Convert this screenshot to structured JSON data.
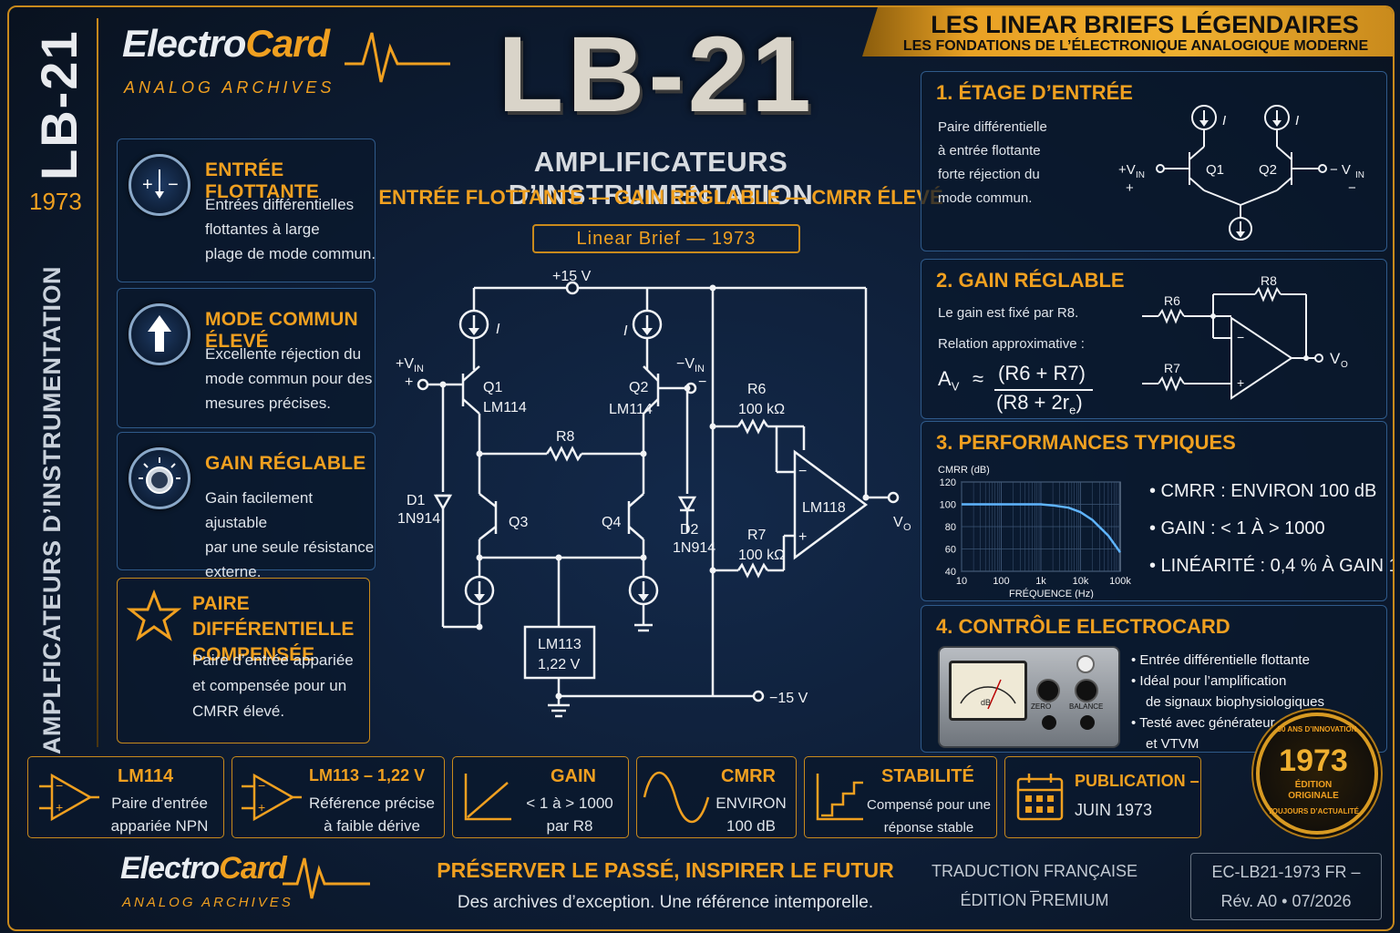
{
  "spine": {
    "code": "LB-21",
    "year": "1973",
    "title": "AMPLFICATEURS D’INSTRUMENTATION"
  },
  "brand": {
    "name_a": "Electro",
    "name_b": "Card",
    "sub": "ANALOG ARCHIVES"
  },
  "hero": {
    "code": "LB-21",
    "title": "AMPLIFICATEURS D’INSTRUMENTATION",
    "tagline": "ENTRÉE FLOTTANTE — GAIN RÉGLABLE — CMRR ÉLEVÉ",
    "badge": "Linear Brief — 1973"
  },
  "series_banner": {
    "title": "LES LINEAR BRIEFS LÉGENDAIRES",
    "subtitle": "LES FONDATIONS DE L’ÉLECTRONIQUE ANALOGIQUE MODERNE"
  },
  "features": [
    {
      "title": "ENTRÉE FLOTTANTE",
      "lines": [
        "Entrées différentielles",
        "flottantes à large",
        "plage de mode commun."
      ],
      "icon": "plus-minus-icon"
    },
    {
      "title": "MODE COMMUN ÉLEVÉ",
      "lines": [
        "Excellente réjection du",
        "mode commun pour des",
        "mesures précises."
      ],
      "icon": "up-arrow-icon"
    },
    {
      "title": "GAIN RÉGLABLE",
      "lines": [
        "Gain facilement ajustable",
        "par une seule résistance",
        "externe."
      ],
      "icon": "knob-icon"
    },
    {
      "title_lines": [
        "PAIRE DIFFÉRENTIELLE",
        "COMPENSÉE"
      ],
      "lines": [
        "Paire d’entrée appariée",
        "et compensée pour un",
        "CMRR élevé."
      ],
      "icon": "star-icon"
    }
  ],
  "schematic": {
    "vplus": "+15 V",
    "vminus": "−15 V",
    "current": "I",
    "in_plus": "+V",
    "in_minus": "−V",
    "in_sub": "IN",
    "plus": "+",
    "minus": "−",
    "q1": "Q1",
    "q2": "Q2",
    "q3": "Q3",
    "q4": "Q4",
    "lm114": "LM114",
    "r8": "R8",
    "r6": "R6",
    "r7": "R7",
    "r6_val": "100 kΩ",
    "r7_val": "100 kΩ",
    "d1": "D1",
    "d2": "D2",
    "diode": "1N914",
    "opamp": "LM118",
    "vo": "V",
    "vo_sub": "O",
    "ref_name": "LM113",
    "ref_val": "1,22 V"
  },
  "section1": {
    "title": "1. ÉTAGE D’ENTRÉE",
    "lines": [
      "Paire différentielle",
      "à entrée flottante",
      "forte réjection du",
      "mode commun."
    ],
    "labels": {
      "i": "I",
      "q1": "Q1",
      "q2": "Q2",
      "vin_plus": "+V",
      "vin_minus": "− V",
      "sub": "IN",
      "plus": "+",
      "minus": "−"
    }
  },
  "section2": {
    "title": "2. GAIN RÉGLABLE",
    "line1": "Le gain est fixé par R8.",
    "line2": "Relation approximative :",
    "formula_lhs": "A",
    "formula_lhs_sub": "V",
    "formula_approx": "≈",
    "formula_num": "(R6 + R7)",
    "formula_den_a": "(R8 + 2r",
    "formula_den_sub": "e",
    "formula_den_b": ")",
    "labels": {
      "r6": "R6",
      "r7": "R7",
      "r8": "R8",
      "vo": "V",
      "vo_sub": "O",
      "minus": "−",
      "plus": "+"
    }
  },
  "section3": {
    "title": "3. PERFORMANCES TYPIQUES",
    "bullets": [
      "• CMRR :  ENVIRON 100 dB",
      "• GAIN :  < 1 À > 1000",
      "• LINÉARITÉ : 0,4 % À GAIN 1"
    ]
  },
  "chart_data": {
    "type": "line",
    "title": "",
    "ylabel": "CMRR (dB)",
    "xlabel": "FRÉQUENCE (Hz)",
    "x_scale": "log",
    "xticks": [
      "10",
      "100",
      "1k",
      "10k",
      "100k"
    ],
    "yticks": [
      "40",
      "60",
      "80",
      "100",
      "120"
    ],
    "ylim": [
      40,
      120
    ],
    "xlim": [
      10,
      100000
    ],
    "grid": true,
    "x": [
      10,
      100,
      1000,
      2000,
      5000,
      10000,
      20000,
      50000,
      100000
    ],
    "y": [
      100,
      100,
      100,
      99,
      97,
      93,
      86,
      72,
      57
    ]
  },
  "section4": {
    "title": "4. CONTRÔLE ELECTROCARD",
    "bullets": [
      "• Entrée différentielle flottante",
      "• Idéal pour l’amplification",
      "de signaux biophysiologiques",
      "• Testé avec générateur",
      "et VTVM"
    ],
    "meter": {
      "dial": "dB",
      "knob1": "ZERO",
      "knob2": "BALANCE"
    }
  },
  "seal": {
    "top": "50 ANS D’INNOVATION",
    "year": "1973",
    "line1": "ÉDITION",
    "line2": "ORIGINALE",
    "bottom": "TOUJOURS D’ACTUALITÉ"
  },
  "bottom_cards": [
    {
      "title": "LM114",
      "lines": [
        "Paire d’entrée",
        "appariée NPN"
      ],
      "icon": "opamp-icon"
    },
    {
      "title": "LM113 – 1,22 V",
      "lines": [
        "Référence précise",
        "à faible dérive"
      ],
      "icon": "opamp-icon"
    },
    {
      "title": "GAIN",
      "lines": [
        "< 1 à > 1000",
        "par R8"
      ],
      "icon": "ramp-icon"
    },
    {
      "title": "CMRR",
      "lines": [
        "ENVIRON",
        "100 dB"
      ],
      "icon": "sine-icon"
    },
    {
      "title": "STABILITÉ",
      "lines": [
        "Compensé pour une",
        "réponse stable"
      ],
      "icon": "step-icon"
    },
    {
      "title": "PUBLICATION –",
      "lines": [
        "JUIN 1973"
      ],
      "icon": "calendar-icon"
    }
  ],
  "footer": {
    "motto": "PRÉSERVER LE PASSÉ, INSPIRER LE FUTUR",
    "tag": "Des archives d’exception. Une référence intemporelle.",
    "edition1": "TRADUCTION FRANÇAISE –",
    "edition2": "ÉDITION PREMIUM",
    "ref1": "EC-LB21-1973 FR –",
    "ref2": "Rév. A0  •  07/2026"
  },
  "colors": {
    "accent": "#f0a020",
    "panel_border": "#2f5a8a",
    "background": "#0d1c33",
    "trace": "#ffffff",
    "curve": "#5fb4ff"
  }
}
